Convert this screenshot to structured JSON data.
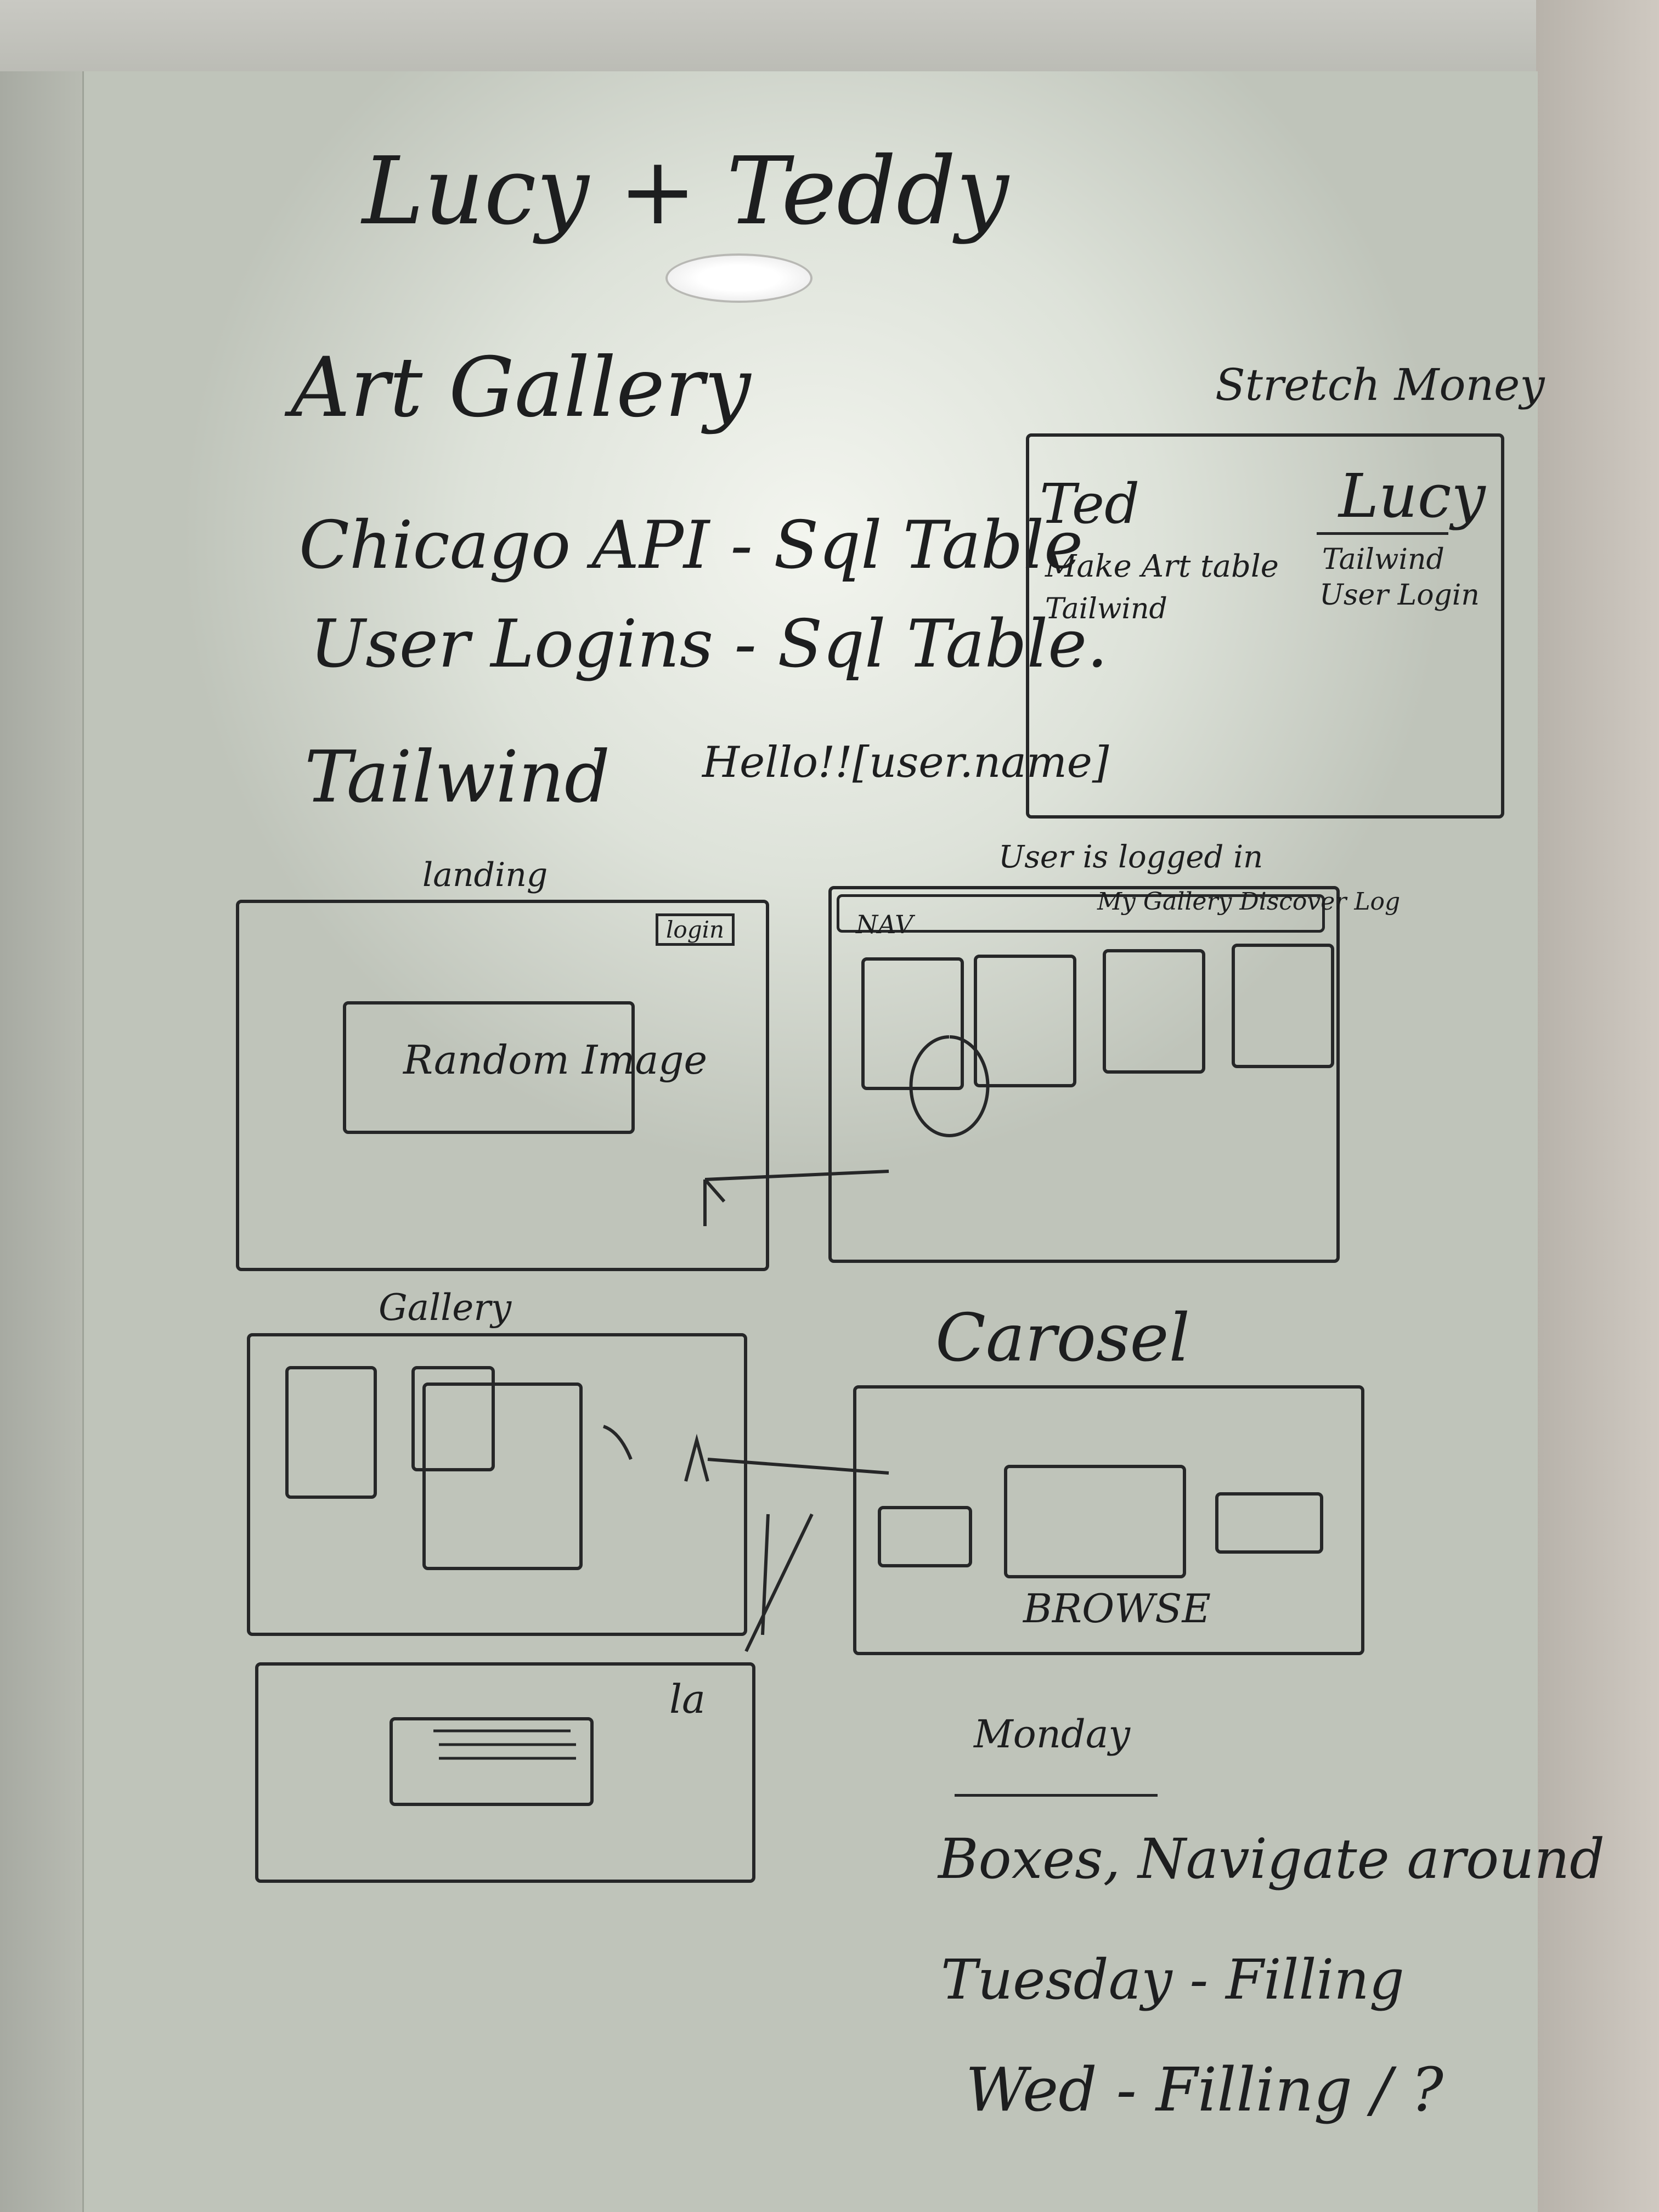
{
  "title": "Lucy + Teddy",
  "project": "Art Gallery",
  "stretch_goal_label": "Stretch Money",
  "notes": [
    "Chicago API - Sql Table",
    "User Logins - Sql Table.",
    "Tailwind"
  ],
  "greeting": "Hello!![user.name]",
  "assignments": {
    "ted": {
      "name": "Ted",
      "tasks": [
        "Make Art table",
        "Tailwind"
      ]
    },
    "lucy": {
      "name": "Lucy",
      "tasks": [
        "Tailwind",
        "User Login"
      ]
    }
  },
  "wireframes": {
    "landing": {
      "label": "landing",
      "login_button": "login",
      "image_label": "Random Image"
    },
    "logged_in": {
      "label": "User is logged in",
      "nav": "NAV",
      "nav_links": "My Gallery Discover Log"
    },
    "gallery": {
      "label": "Gallery"
    },
    "carousel": {
      "label": "Carosel",
      "browse": "BROWSE"
    },
    "detail": {
      "corner_label": "la"
    }
  },
  "schedule": {
    "monday_label": "Monday",
    "monday_task": "Boxes, Navigate around",
    "tuesday": "Tuesday - Filling",
    "wednesday": "Wed - Filling / ?"
  }
}
